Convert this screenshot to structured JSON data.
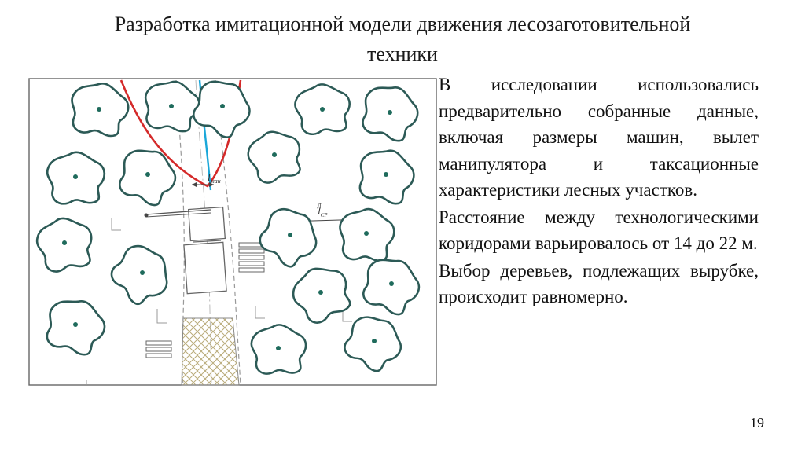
{
  "slide": {
    "title_line1": "Разработка имитационной модели движения лесозаготовительной",
    "title_line2": "техники",
    "page_number": "19"
  },
  "body_text": {
    "paragraphs": [
      "В исследовании использовались предварительно собранные данные, включая размеры машин, вылет манипулятора и таксационные характеристики лесных участков.",
      "Расстояние между технологическими коридорами варьировалось от 14 до 22 м.",
      "Выбор деревьев, подлежащих вырубке, происходит равномерно."
    ]
  },
  "diagram": {
    "label_lmanip_main": "l",
    "label_lmanip_sub": "ман",
    "label_lcp_main": "l",
    "label_lcp_sub": "СР",
    "label_lcp_sup": "Д",
    "colors": {
      "tree_outline": "#2c5a56",
      "trunk": "#1f6b5c",
      "red_boundary": "#d42a2a",
      "blue_path": "#1aa7d9",
      "corridor": "#9a9a9a"
    }
  }
}
